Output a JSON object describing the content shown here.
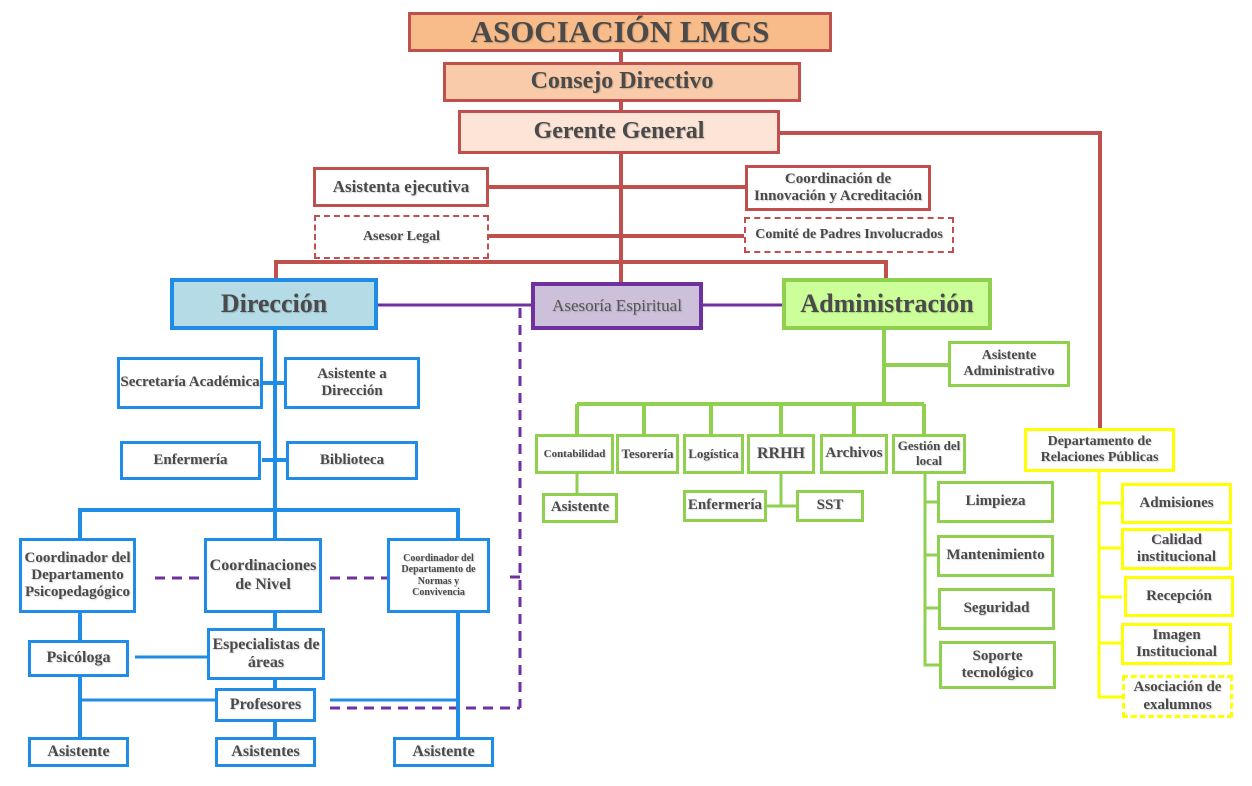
{
  "title": "ASOCIACIÓN LMCS",
  "colors": {
    "executive": "#c0504d",
    "direccion": "#1f8ce6",
    "administracion": "#8fd14f",
    "relaciones_publicas": "#ffff00",
    "asesoria": "#7030a0"
  },
  "executive": {
    "consejo": "Consejo Directivo",
    "gerente": "Gerente General",
    "asistenta": "Asistenta ejecutiva",
    "coordinacion_innovacion": "Coordinación de Innovación y Acreditación",
    "asesor_legal": "Asesor Legal",
    "comite_padres": "Comité de Padres Involucrados"
  },
  "asesoria_espiritual": "Asesoría Espiritual",
  "direccion": {
    "label": "Dirección",
    "secretaria": "Secretaría Académica",
    "asistente_direccion": "Asistente a Dirección",
    "enfermeria": "Enfermería",
    "biblioteca": "Biblioteca",
    "coord_psico": "Coordinador del Departamento Psicopedagógico",
    "coord_nivel": "Coordinaciones de Nivel",
    "coord_normas": "Coordinador del Departamento de Normas y Convivencia",
    "psicologa": "Psicóloga",
    "especialistas": "Especialistas de áreas",
    "profesores": "Profesores",
    "asistente_psico": "Asistente",
    "asistentes_prof": "Asistentes",
    "asistente_normas": "Asistente"
  },
  "administracion": {
    "label": "Administración",
    "asistente_admin": "Asistente Administrativo",
    "units": [
      "Contabilidad",
      "Tesorería",
      "Logística",
      "RRHH",
      "Archivos",
      "Gestión del local"
    ],
    "contabilidad_asistente": "Asistente",
    "rrhh_enfermeria": "Enfermería",
    "rrhh_sst": "SST",
    "local_items": [
      "Limpieza",
      "Mantenimiento",
      "Seguridad",
      "Soporte tecnológico"
    ]
  },
  "relaciones_publicas": {
    "label": "Departamento de Relaciones Públicas",
    "items": [
      "Admisiones",
      "Calidad institucional",
      "Recepción",
      "Imagen Institucional",
      "Asociación de exalumnos"
    ]
  }
}
